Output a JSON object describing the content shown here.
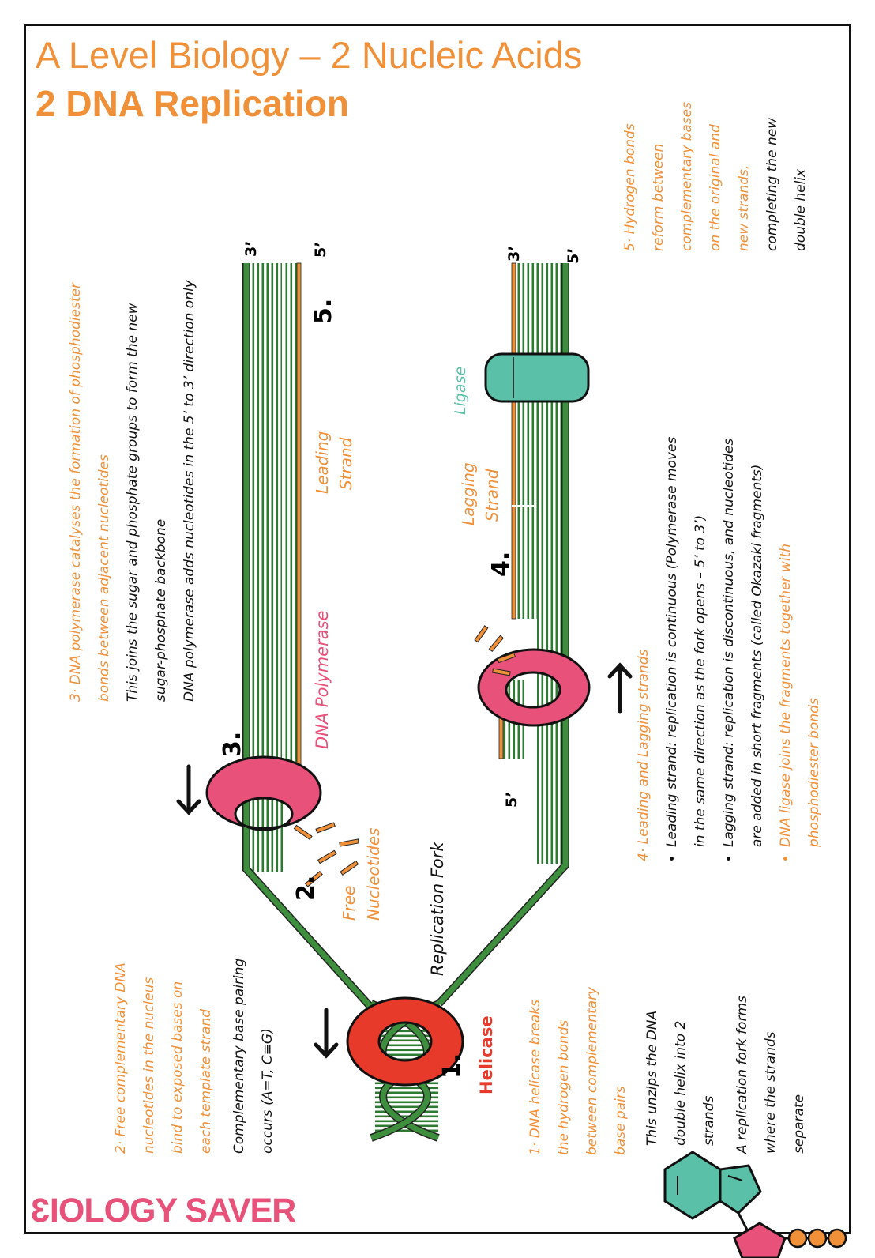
{
  "title": "A Level Biology – 2 Nucleic Acids",
  "subtitle": "2 DNA Replication",
  "colors": {
    "orange": "#f0913a",
    "green_strand": "#3d8f3d",
    "green_rungs": "#2f7a32",
    "polymerase_pink": "#e8527a",
    "helicase_red": "#e73a2a",
    "ligase_teal": "#5bc0a8"
  },
  "labels": {
    "five_prime": "5’",
    "three_prime": "3’",
    "leading_strand_line1": "Leading",
    "leading_strand_line2": "Strand",
    "lagging_strand_line1": "Lagging",
    "lagging_strand_line2": "Strand",
    "dna_polymerase": "DNA Polymerase",
    "ligase": "Ligase",
    "helicase": "Helicase",
    "replication_fork": "Replication Fork",
    "free_nucleotides_line1": "Free",
    "free_nucleotides_line2": "Nucleotides",
    "step1": "1.",
    "step2": "2.",
    "step3": "3.",
    "step4": "4.",
    "step5": "5."
  },
  "notes": {
    "step1": {
      "heading": [
        "1· DNA helicase breaks",
        "the hydrogen bonds",
        "between complementary",
        "base pairs"
      ],
      "text_a": [
        "This unzips the DNA",
        "double helix into 2",
        "strands"
      ],
      "text_b": [
        "A replication fork forms",
        "where the strands",
        "separate"
      ]
    },
    "step2": {
      "heading": [
        "2· Free complementary DNA",
        "nucleotides in the nucleus",
        "bind to exposed bases on",
        "each template strand"
      ],
      "text": [
        "Complementary base pairing",
        "occurs (A=T, C≡G)"
      ]
    },
    "step3": {
      "heading": [
        "3· DNA polymerase catalyses the formation of phosphodiester",
        "bonds between adjacent nucleotides"
      ],
      "text_a": [
        "This joins the sugar and phosphate groups to form the new",
        "sugar-phosphate backbone"
      ],
      "text_b": [
        "DNA polymerase adds nucleotides in the 5’ to 3’ direction only"
      ]
    },
    "step4": {
      "heading": "4· Leading and Lagging strands",
      "bullet1": [
        "Leading strand: replication is continuous (Polymerase moves",
        "in the same direction as the fork opens – 5’ to 3’)"
      ],
      "bullet2": [
        "Lagging strand: replication is discontinuous, and nucleotides",
        "are added in short fragments (called Okazaki fragments)"
      ],
      "bullet3": [
        "DNA ligase joins the fragments together with",
        "phosphodiester bonds"
      ]
    },
    "step5": {
      "text": [
        "5· Hydrogen bonds",
        "reform between",
        "complementary bases",
        "on the original and",
        "new strands,",
        "completing the new",
        "double helix"
      ]
    }
  },
  "brand": {
    "first": "3",
    "rest": "IOLOGY SAVER"
  }
}
